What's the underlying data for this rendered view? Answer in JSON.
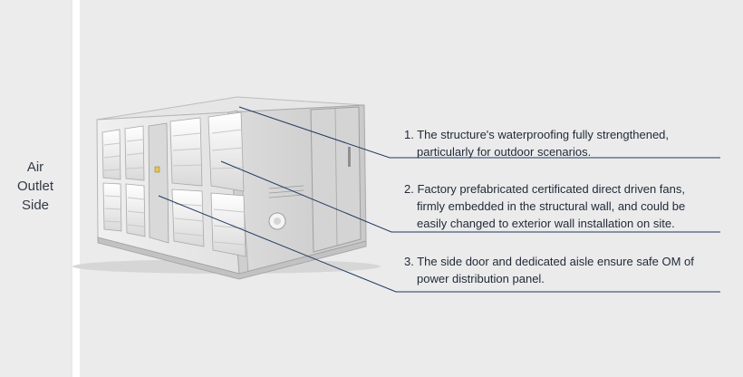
{
  "side_label": {
    "line1": "Air",
    "line2": "Outlet",
    "line3": "Side"
  },
  "callouts": [
    {
      "line1": "1. The structure's waterproofing fully strengthened,",
      "line2": "particularly for outdoor scenarios."
    },
    {
      "line1": "2. Factory prefabricated certificated direct driven fans,",
      "line2": "firmly embedded in the structural wall, and could be",
      "line3": "easily changed to exterior wall installation on site."
    },
    {
      "line1": "3. The side door and dedicated aisle ensure safe OM of",
      "line2": "power distribution panel."
    }
  ],
  "colors": {
    "background": "#e9e9ea",
    "divider": "#ffffff",
    "leader_line": "#1e3a5f",
    "text": "#1f2937"
  }
}
